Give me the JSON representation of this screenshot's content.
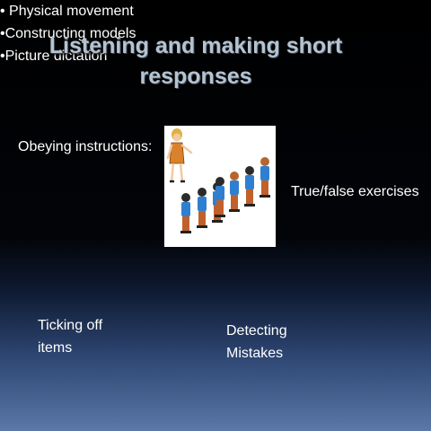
{
  "slide": {
    "title": "Listening and making short responses",
    "obey_heading": "Obeying instructions:",
    "bullets": [
      "• Physical movement",
      "•Constructing models",
      "•Picture dictation"
    ],
    "true_false": "True/false exercises",
    "ticking": "Ticking off items",
    "detecting": "Detecting Mistakes"
  },
  "illustration": {
    "name": "teacher-and-students-clipart",
    "colors": {
      "shirt": "#2f7fd0",
      "trousers": "#c0612b",
      "hair": "#2b2b2b",
      "teacher_dress": "#d9822b",
      "teacher_hair": "#e0b040"
    }
  }
}
